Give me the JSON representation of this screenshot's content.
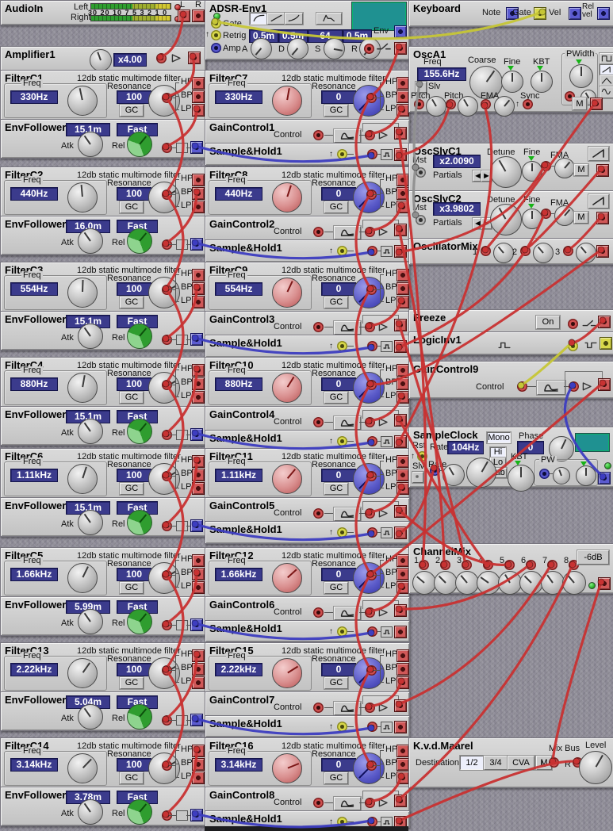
{
  "colors": {
    "cable_red": "#c83232",
    "cable_blue": "#3d3dc0",
    "cable_yellow": "#c6c636",
    "cable_gray": "#8f8f8f",
    "module_bg": "#cccccc",
    "display_bg": "#3b3b8c",
    "teal_display": "#1f9191",
    "led_green": "#2fbf2f"
  },
  "modules": [
    {
      "type": "audioin",
      "title": "AudioIn",
      "left": "Left",
      "right": "Right",
      "scale": "30 20 10 7 5 3 2 1 0",
      "l": "L",
      "r": "R"
    },
    {
      "type": "amp",
      "title": "Amplifier1",
      "gain": "x4.00"
    },
    {
      "type": "filter",
      "title": "FilterC1",
      "subtitle": "12db static multimode filter",
      "freq_label": "Freq",
      "freq": "330Hz",
      "res_label": "Resonance",
      "res": "100",
      "gc": "GC",
      "hp": "HP",
      "bp": "BP",
      "lp": "LP",
      "fa": -12,
      "ra": 60,
      "style": "gray"
    },
    {
      "type": "env",
      "title": "EnvFollower1",
      "atk": "15.1m",
      "rel": "Fast",
      "atk_label": "Atk",
      "rel_label": "Rel"
    },
    {
      "type": "filter",
      "title": "FilterC2",
      "subtitle": "12db static multimode filter",
      "freq_label": "Freq",
      "freq": "440Hz",
      "res_label": "Resonance",
      "res": "100",
      "gc": "GC",
      "hp": "HP",
      "bp": "BP",
      "lp": "LP",
      "fa": -5,
      "ra": 60,
      "style": "gray"
    },
    {
      "type": "env",
      "title": "EnvFollower2",
      "atk": "16.0m",
      "rel": "Fast",
      "atk_label": "Atk",
      "rel_label": "Rel"
    },
    {
      "type": "filter",
      "title": "FilterC3",
      "subtitle": "12db static multimode filter",
      "freq_label": "Freq",
      "freq": "554Hz",
      "res_label": "Resonance",
      "res": "100",
      "gc": "GC",
      "hp": "HP",
      "bp": "BP",
      "lp": "LP",
      "fa": 2,
      "ra": 60,
      "style": "gray"
    },
    {
      "type": "env",
      "title": "EnvFollower3",
      "atk": "15.1m",
      "rel": "Fast",
      "atk_label": "Atk",
      "rel_label": "Rel"
    },
    {
      "type": "filter",
      "title": "FilterC4",
      "subtitle": "12db static multimode filter",
      "freq_label": "Freq",
      "freq": "880Hz",
      "res_label": "Resonance",
      "res": "100",
      "gc": "GC",
      "hp": "HP",
      "bp": "BP",
      "lp": "LP",
      "fa": 10,
      "ra": 60,
      "style": "gray"
    },
    {
      "type": "env",
      "title": "EnvFollower4",
      "atk": "15.1m",
      "rel": "Fast",
      "atk_label": "Atk",
      "rel_label": "Rel"
    },
    {
      "type": "filter",
      "title": "FilterC6",
      "subtitle": "12db static multimode filter",
      "freq_label": "Freq",
      "freq": "1.11kHz",
      "res_label": "Resonance",
      "res": "100",
      "gc": "GC",
      "hp": "HP",
      "bp": "BP",
      "lp": "LP",
      "fa": 18,
      "ra": 60,
      "style": "gray"
    },
    {
      "type": "env",
      "title": "EnvFollower5",
      "atk": "15.1m",
      "rel": "Fast",
      "atk_label": "Atk",
      "rel_label": "Rel"
    },
    {
      "type": "filter",
      "title": "FilterC5",
      "subtitle": "12db static multimode filter",
      "freq_label": "Freq",
      "freq": "1.66kHz",
      "res_label": "Resonance",
      "res": "100",
      "gc": "GC",
      "hp": "HP",
      "bp": "BP",
      "lp": "LP",
      "fa": 26,
      "ra": 60,
      "style": "gray"
    },
    {
      "type": "env",
      "title": "EnvFollower6",
      "atk": "5.99m",
      "rel": "Fast",
      "atk_label": "Atk",
      "rel_label": "Rel"
    },
    {
      "type": "filter",
      "title": "FilterC13",
      "subtitle": "12db static multimode filter",
      "freq_label": "Freq",
      "freq": "2.22kHz",
      "res_label": "Resonance",
      "res": "100",
      "gc": "GC",
      "hp": "HP",
      "bp": "BP",
      "lp": "LP",
      "fa": 35,
      "ra": 60,
      "style": "gray"
    },
    {
      "type": "env",
      "title": "EnvFollower7",
      "atk": "5.04m",
      "rel": "Fast",
      "atk_label": "Atk",
      "rel_label": "Rel"
    },
    {
      "type": "filter",
      "title": "FilterC14",
      "subtitle": "12db static multimode filter",
      "freq_label": "Freq",
      "freq": "3.14kHz",
      "res_label": "Resonance",
      "res": "100",
      "gc": "GC",
      "hp": "HP",
      "bp": "BP",
      "lp": "LP",
      "fa": 44,
      "ra": 60,
      "style": "gray"
    },
    {
      "type": "env",
      "title": "EnvFollower8",
      "atk": "3.78m",
      "rel": "Fast",
      "atk_label": "Atk",
      "rel_label": "Rel"
    },
    {
      "type": "adsr",
      "title": "ADSR-Env1",
      "gate": "Gate",
      "retrig": "Retrig",
      "amp": "Amp",
      "a": "0.5m",
      "d": "0.5m",
      "s": "64",
      "r": "0.5m",
      "la": "A",
      "ld": "D",
      "ls": "S",
      "lr": "R",
      "env": "Env"
    },
    {
      "type": "filter",
      "title": "FilterC7",
      "subtitle": "12db static multimode filter",
      "freq_label": "Freq",
      "freq": "330Hz",
      "res_label": "Resonance",
      "res": "0",
      "gc": "GC",
      "hp": "HP",
      "bp": "BP",
      "lp": "LP",
      "fa": 10,
      "ra": -135,
      "style": "mid"
    },
    {
      "type": "gc",
      "title": "GainControl1",
      "control": "Control"
    },
    {
      "type": "sh",
      "title": "Sample&Hold1"
    },
    {
      "type": "filter",
      "title": "FilterC8",
      "subtitle": "12db static multimode filter",
      "freq_label": "Freq",
      "freq": "440Hz",
      "res_label": "Resonance",
      "res": "0",
      "gc": "GC",
      "hp": "HP",
      "bp": "BP",
      "lp": "LP",
      "fa": 18,
      "ra": -135,
      "style": "mid"
    },
    {
      "type": "gc",
      "title": "GainControl2",
      "control": "Control"
    },
    {
      "type": "sh",
      "title": "Sample&Hold1"
    },
    {
      "type": "filter",
      "title": "FilterC9",
      "subtitle": "12db static multimode filter",
      "freq_label": "Freq",
      "freq": "554Hz",
      "res_label": "Resonance",
      "res": "0",
      "gc": "GC",
      "hp": "HP",
      "bp": "BP",
      "lp": "LP",
      "fa": 25,
      "ra": -135,
      "style": "mid"
    },
    {
      "type": "gc",
      "title": "GainControl3",
      "control": "Control"
    },
    {
      "type": "sh",
      "title": "Sample&Hold1"
    },
    {
      "type": "filter",
      "title": "FilterC10",
      "subtitle": "12db static multimode filter",
      "freq_label": "Freq",
      "freq": "880Hz",
      "res_label": "Resonance",
      "res": "0",
      "gc": "GC",
      "hp": "HP",
      "bp": "BP",
      "lp": "LP",
      "fa": 32,
      "ra": -135,
      "style": "mid"
    },
    {
      "type": "gc",
      "title": "GainControl4",
      "control": "Control"
    },
    {
      "type": "sh",
      "title": "Sample&Hold1"
    },
    {
      "type": "filter",
      "title": "FilterC11",
      "subtitle": "12db static multimode filter",
      "freq_label": "Freq",
      "freq": "1.11kHz",
      "res_label": "Resonance",
      "res": "0",
      "gc": "GC",
      "hp": "HP",
      "bp": "BP",
      "lp": "LP",
      "fa": 40,
      "ra": -135,
      "style": "mid"
    },
    {
      "type": "gc",
      "title": "GainControl5",
      "control": "Control"
    },
    {
      "type": "sh",
      "title": "Sample&Hold1"
    },
    {
      "type": "filter",
      "title": "FilterC12",
      "subtitle": "12db static multimode filter",
      "freq_label": "Freq",
      "freq": "1.66kHz",
      "res_label": "Resonance",
      "res": "0",
      "gc": "GC",
      "hp": "HP",
      "bp": "BP",
      "lp": "LP",
      "fa": 48,
      "ra": -135,
      "style": "mid"
    },
    {
      "type": "gc",
      "title": "GainControl6",
      "control": "Control"
    },
    {
      "type": "sh",
      "title": "Sample&Hold1"
    },
    {
      "type": "filter",
      "title": "FilterC15",
      "subtitle": "12db static multimode filter",
      "freq_label": "Freq",
      "freq": "2.22kHz",
      "res_label": "Resonance",
      "res": "0",
      "gc": "GC",
      "hp": "HP",
      "bp": "BP",
      "lp": "LP",
      "fa": 58,
      "ra": -135,
      "style": "mid"
    },
    {
      "type": "gc",
      "title": "GainControl7",
      "control": "Control"
    },
    {
      "type": "sh",
      "title": "Sample&Hold1"
    },
    {
      "type": "filter",
      "title": "FilterC16",
      "subtitle": "12db static multimode filter",
      "freq_label": "Freq",
      "freq": "3.14kHz",
      "res_label": "Resonance",
      "res": "0",
      "gc": "GC",
      "hp": "HP",
      "bp": "BP",
      "lp": "LP",
      "fa": 68,
      "ra": -135,
      "style": "mid"
    },
    {
      "type": "gc",
      "title": "GainControl8",
      "control": "Control"
    },
    {
      "type": "sh",
      "title": "Sample&Hold1"
    },
    {
      "type": "kbd",
      "title": "Keyboard",
      "note": "Note",
      "gate": "Gate",
      "vel": "Vel",
      "relvel": "Rel vel"
    },
    {
      "type": "osca",
      "title": "OscA1",
      "freq_label": "Freq",
      "freq": "155.6Hz",
      "slv": "Slv",
      "coarse": "Coarse",
      "fine": "Fine",
      "kbt": "KBT",
      "pwidth": "PWidth",
      "pitch1": "Pitch",
      "pitch2": "Pitch",
      "fma": "FMA",
      "sync": "Sync",
      "m": "M"
    },
    {
      "type": "oscslv",
      "title": "OscSlvC1",
      "mst": "Mst",
      "ratio": "x2.0090",
      "partials": "Partials",
      "arl": "◄",
      "arr": "►",
      "detune": "Detune",
      "fine": "Fine",
      "fma": "FMA",
      "m": "M"
    },
    {
      "type": "oscslv",
      "title": "OscSlvC2",
      "mst": "Mst",
      "ratio": "x3.9802",
      "partials": "Partials",
      "arl": "◄",
      "arr": "►",
      "detune": "Detune",
      "fine": "Fine",
      "fma": "FMA",
      "m": "M"
    },
    {
      "type": "oscmix",
      "title": "OscillatorMix",
      "i1": "1",
      "i2": "2",
      "i3": "3"
    },
    {
      "type": "freeze",
      "title": "Freeze",
      "on": "On"
    },
    {
      "type": "linv",
      "title": "LogicInv1"
    },
    {
      "type": "gc9",
      "title": "GainControl9",
      "control": "Control"
    },
    {
      "type": "sclk",
      "title": "SampleClock",
      "rst": "Rst",
      "rate_label": "Rate",
      "rate": "104Hz",
      "mono": "Mono",
      "hi": "Hi",
      "lo": "Lo",
      "sub": "Sub",
      "phase_label": "Phase",
      "phase": "0",
      "kbt": "KBT",
      "pw": "PW",
      "slv": "Slv",
      "rate2": "Rate"
    },
    {
      "type": "cmix",
      "title": "ChannelMix",
      "ins": [
        "1",
        "2",
        "3",
        "4",
        "5",
        "6",
        "7",
        "8"
      ],
      "att": "-6dB"
    },
    {
      "type": "out2",
      "title": "K.v.d.Maarel",
      "dest": "Destination",
      "d12": "1/2",
      "d34": "3/4",
      "dcva": "CVA",
      "dm": "M",
      "mixbus": "Mix Bus",
      "l": "L",
      "r": "R",
      "level": "Level"
    }
  ],
  "cables": [
    [
      "y",
      271,
      27,
      40,
      55,
      684,
      15
    ],
    [
      "y",
      721,
      432,
      -14,
      16,
      657,
      486
    ],
    [
      "g",
      529,
      106,
      -8,
      10,
      524,
      211
    ],
    [
      "g",
      524,
      211,
      -5,
      8,
      524,
      271
    ],
    [
      "b",
      246,
      184,
      0,
      26,
      468,
      196
    ],
    [
      "b",
      246,
      306,
      0,
      26,
      468,
      318
    ],
    [
      "b",
      246,
      426,
      0,
      26,
      468,
      438
    ],
    [
      "b",
      246,
      546,
      0,
      26,
      468,
      558
    ],
    [
      "b",
      246,
      661,
      0,
      26,
      468,
      673
    ],
    [
      "b",
      246,
      786,
      0,
      26,
      468,
      798
    ],
    [
      "b",
      246,
      906,
      0,
      26,
      468,
      918
    ],
    [
      "b",
      246,
      1026,
      0,
      24,
      468,
      1035
    ],
    [
      "b",
      760,
      601,
      -50,
      -10,
      722,
      486
    ],
    [
      "r",
      231,
      18,
      10,
      18,
      202,
      72
    ],
    [
      "r",
      243,
      71,
      26,
      14,
      209,
      122
    ],
    [
      "r",
      209,
      122,
      44,
      0,
      209,
      244
    ],
    [
      "r",
      209,
      244,
      44,
      0,
      209,
      364
    ],
    [
      "r",
      209,
      364,
      44,
      0,
      209,
      484
    ],
    [
      "r",
      209,
      484,
      44,
      0,
      209,
      599
    ],
    [
      "r",
      209,
      599,
      44,
      0,
      209,
      724
    ],
    [
      "r",
      209,
      724,
      44,
      0,
      209,
      844
    ],
    [
      "r",
      209,
      844,
      44,
      0,
      209,
      964
    ],
    [
      "r",
      248,
      137,
      20,
      6,
      209,
      185
    ],
    [
      "r",
      248,
      242,
      20,
      6,
      209,
      307
    ],
    [
      "r",
      248,
      362,
      20,
      6,
      209,
      427
    ],
    [
      "r",
      248,
      465,
      20,
      8,
      209,
      547
    ],
    [
      "r",
      248,
      580,
      20,
      8,
      209,
      662
    ],
    [
      "r",
      248,
      722,
      20,
      6,
      209,
      787
    ],
    [
      "r",
      248,
      825,
      20,
      8,
      209,
      907
    ],
    [
      "r",
      248,
      945,
      20,
      8,
      209,
      1027
    ],
    [
      "r",
      506,
      137,
      12,
      12,
      465,
      169
    ],
    [
      "r",
      506,
      259,
      12,
      12,
      465,
      291
    ],
    [
      "r",
      506,
      379,
      12,
      12,
      465,
      411
    ],
    [
      "r",
      506,
      499,
      12,
      12,
      465,
      531
    ],
    [
      "r",
      506,
      614,
      12,
      12,
      465,
      646
    ],
    [
      "r",
      506,
      739,
      12,
      12,
      465,
      771
    ],
    [
      "r",
      506,
      859,
      12,
      12,
      465,
      891
    ],
    [
      "r",
      506,
      979,
      12,
      12,
      465,
      1011
    ],
    [
      "r",
      503,
      166,
      30,
      60,
      533,
      712
    ],
    [
      "r",
      503,
      288,
      26,
      55,
      560,
      712
    ],
    [
      "r",
      503,
      408,
      22,
      50,
      587,
      712
    ],
    [
      "r",
      503,
      528,
      18,
      45,
      614,
      712
    ],
    [
      "r",
      503,
      643,
      14,
      40,
      641,
      712
    ],
    [
      "r",
      503,
      768,
      10,
      30,
      668,
      712
    ],
    [
      "r",
      503,
      888,
      20,
      40,
      695,
      712
    ],
    [
      "r",
      503,
      1008,
      30,
      30,
      722,
      712
    ],
    [
      "r",
      503,
      59,
      4,
      16,
      467,
      122
    ],
    [
      "r",
      467,
      122,
      -36,
      0,
      467,
      244
    ],
    [
      "r",
      467,
      244,
      -36,
      0,
      467,
      364
    ],
    [
      "r",
      467,
      364,
      -36,
      0,
      467,
      484
    ],
    [
      "r",
      467,
      484,
      -36,
      0,
      467,
      599
    ],
    [
      "r",
      467,
      599,
      -36,
      0,
      467,
      724
    ],
    [
      "r",
      467,
      724,
      -36,
      0,
      467,
      844
    ],
    [
      "r",
      467,
      844,
      -36,
      0,
      467,
      964
    ],
    [
      "r",
      503,
      196,
      18,
      22,
      567,
      132
    ],
    [
      "r",
      503,
      318,
      50,
      30,
      687,
      208
    ],
    [
      "r",
      503,
      438,
      50,
      26,
      687,
      268
    ],
    [
      "r",
      503,
      558,
      95,
      -70,
      611,
      133
    ],
    [
      "r",
      503,
      673,
      8,
      24,
      547,
      590
    ],
    [
      "r",
      750,
      130,
      -40,
      60,
      612,
      315
    ],
    [
      "r",
      758,
      213,
      -30,
      40,
      662,
      315
    ],
    [
      "r",
      758,
      273,
      -12,
      18,
      716,
      315
    ],
    [
      "r",
      758,
      315,
      -95,
      95,
      467,
      484
    ],
    [
      "r",
      760,
      483,
      -95,
      85,
      467,
      724
    ],
    [
      "r",
      760,
      404,
      -8,
      14,
      721,
      432
    ],
    [
      "r",
      758,
      734,
      -25,
      60,
      697,
      960
    ],
    [
      "r",
      503,
      1035,
      60,
      -40,
      727,
      960
    ]
  ]
}
